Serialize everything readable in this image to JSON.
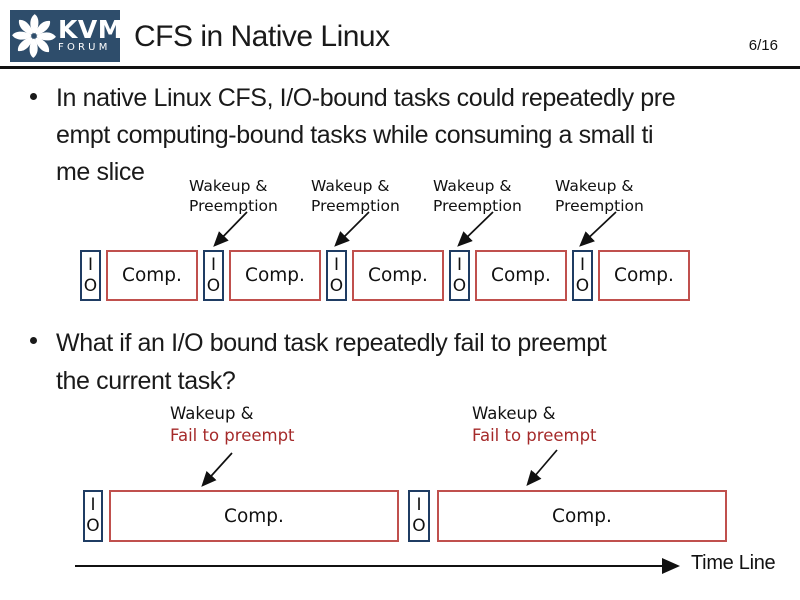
{
  "header": {
    "title": "CFS in Native Linux",
    "page": "6/16",
    "logo": {
      "brand": "KVM",
      "sub": "FORUM"
    }
  },
  "bullets": [
    {
      "lines": [
        "In native Linux CFS, I/O-bound tasks could repeatedly pre",
        "empt computing-bound tasks while consuming a small ti",
        "me slice"
      ]
    },
    {
      "lines": [
        "What if an I/O bound task repeatedly fail to preempt",
        "the current task?"
      ]
    }
  ],
  "box_labels": {
    "io_top": "I",
    "io_bottom": "O",
    "comp": "Comp."
  },
  "diagram_top": {
    "callout": {
      "line1": "Wakeup &",
      "line2": "Preemption"
    }
  },
  "diagram_bottom": {
    "callout": {
      "line1": "Wakeup &",
      "line2": "Fail to preempt"
    }
  },
  "timeline": {
    "label": "Time Line"
  },
  "colors": {
    "io_border": "#1f3c63",
    "comp_border": "#c0504d",
    "fail_text": "#a52a2a",
    "logo_bg": "#2e4d6b"
  }
}
